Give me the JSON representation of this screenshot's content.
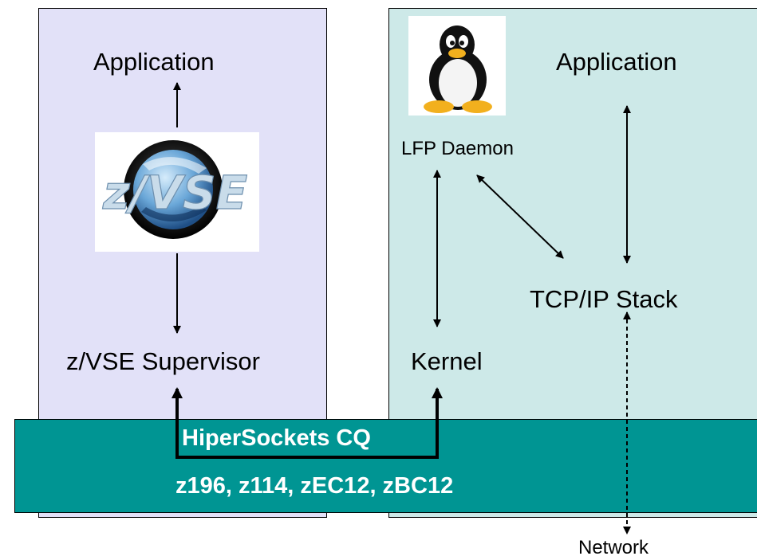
{
  "colors": {
    "left_panel": "#e2e1f8",
    "right_panel": "#cde9e8",
    "hardware_band": "#009593",
    "band_text": "#ffffff",
    "arrow": "#000000"
  },
  "left": {
    "application": "Application",
    "logo_text": "z/VSE",
    "supervisor": "z/VSE Supervisor"
  },
  "right": {
    "logo_icon": "linux-tux-penguin",
    "application": "Application",
    "lfp_daemon": "LFP Daemon",
    "tcpip_stack": "TCP/IP Stack",
    "kernel": "Kernel"
  },
  "band": {
    "hipersockets": "HiperSockets CQ",
    "machines": "z196, z114, zEC12, zBC12"
  },
  "network": "Network"
}
